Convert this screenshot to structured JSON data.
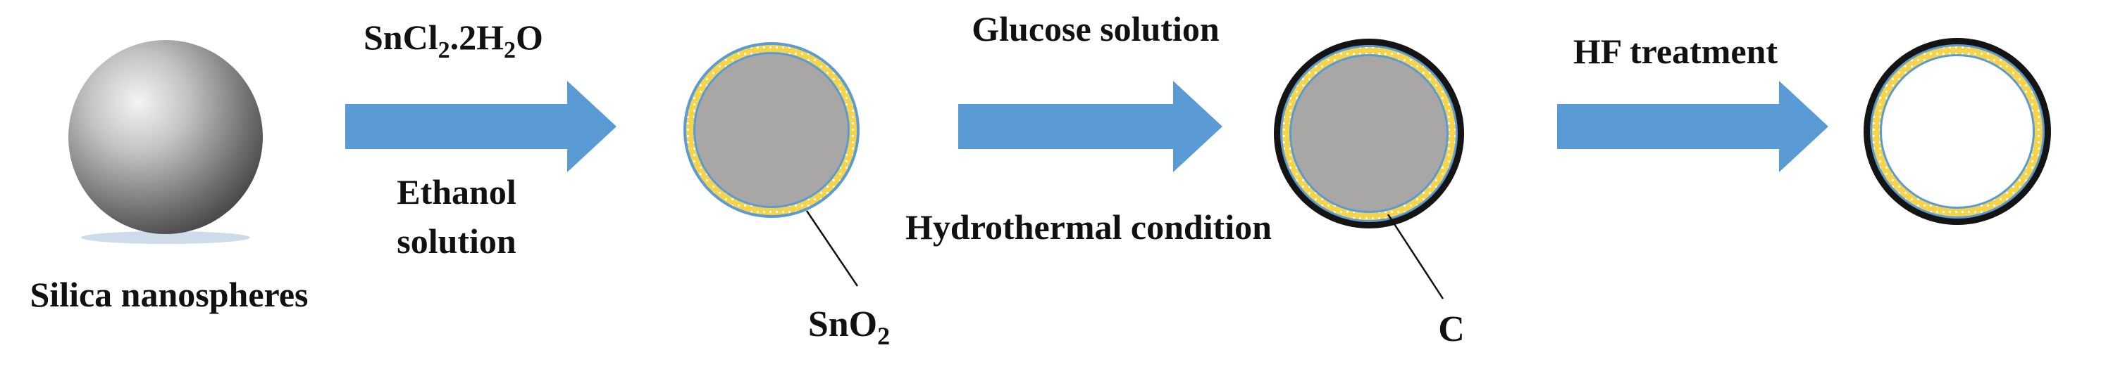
{
  "diagram": {
    "stages": [
      {
        "id": "silica",
        "caption": "Silica nanospheres"
      },
      {
        "id": "sno2-coated",
        "callout": {
          "main": "SnO",
          "sub": "2"
        }
      },
      {
        "id": "carbon-coated",
        "callout": {
          "main": "C",
          "sub": ""
        }
      },
      {
        "id": "hollow",
        "callout": {
          "main": "",
          "sub": ""
        }
      }
    ],
    "steps": [
      {
        "reagent": {
          "parts": [
            "SnCl",
            "2",
            ".2H",
            "2",
            "O"
          ]
        },
        "condition_lines": [
          "Ethanol",
          "solution"
        ]
      },
      {
        "reagent_text": "Glucose solution",
        "condition_text": "Hydrothermal condition"
      },
      {
        "reagent_text": "HF treatment",
        "condition_text": ""
      }
    ],
    "colors": {
      "arrow": "#5b9bd5",
      "core_gray": "#a9a6a6",
      "tin_layer": "#f5d34a",
      "carbon_layer": "#141414",
      "sphere_dark": "#4a4a4a",
      "sphere_light": "#f4f4f4"
    }
  }
}
